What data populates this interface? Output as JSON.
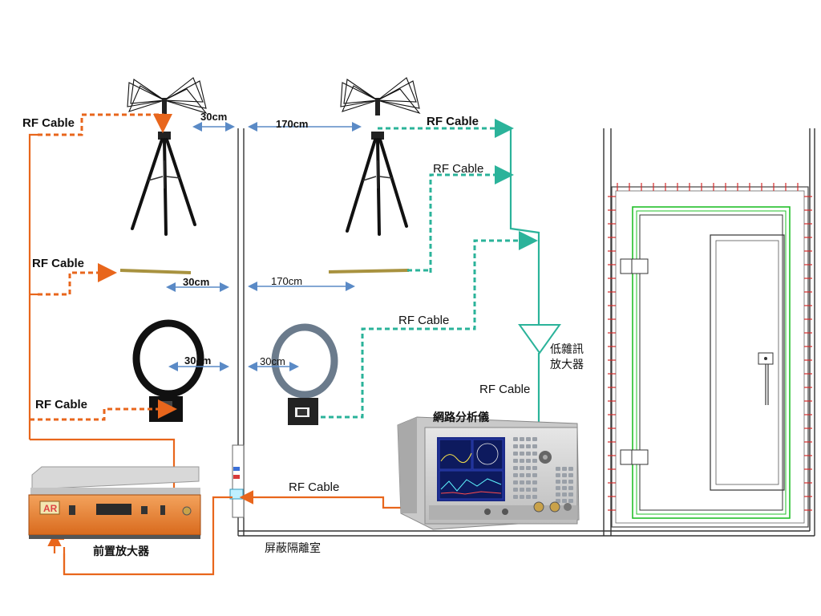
{
  "colors": {
    "orange": "#e8661c",
    "teal": "#2bb39a",
    "blue_arrow": "#5a8ac6",
    "room_line": "#333333",
    "door_green": "#22c02a",
    "hinge_red": "#d42a2a"
  },
  "icons": {
    "biconical": "biconical-antenna-icon",
    "log_periodic": "log-periodic-antenna-icon",
    "loop": "loop-antenna-icon",
    "tripod": "tripod-icon",
    "lna": "amplifier-triangle-icon",
    "vna": "network-analyzer-icon",
    "preamp": "preamplifier-icon"
  },
  "labels": {
    "rf_cable_tx_bicon": "RF Cable",
    "rf_cable_tx_logper": "RF Cable",
    "rf_cable_tx_loop": "RF Cable",
    "rf_cable_rx_bicon": "RF Cable",
    "rf_cable_rx_2": "RF Cable",
    "rf_cable_rx_loop": "RF Cable",
    "rf_cable_lna_out": "RF Cable",
    "rf_cable_vna_out": "RF Cable",
    "dist_bicon_tx": "30cm",
    "dist_bicon_rx": "170cm",
    "dist_logper_tx": "30cm",
    "dist_logper_rx": "170cm",
    "dist_loop_tx": "30cm",
    "dist_loop_rx": "30cm",
    "vna": "網路分析儀",
    "lna_line1": "低雜訊",
    "lna_line2": "放大器",
    "preamp": "前置放大器",
    "shield_room": "屏蔽隔離室"
  }
}
